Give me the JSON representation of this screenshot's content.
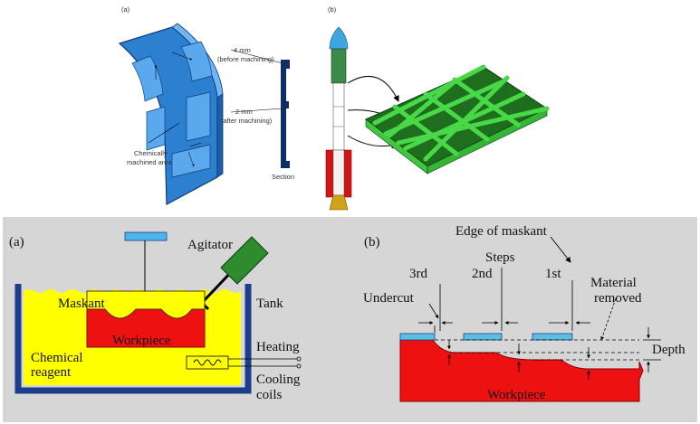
{
  "top_left": {
    "panel_label": "(a)",
    "before_line1": "4   mm",
    "before_line2": "(before machining)",
    "after_line1": "2   mm",
    "after_line2": "(after machining)",
    "area_line1": "Chemically",
    "area_line2": "machined area",
    "section": "Section"
  },
  "top_right": {
    "panel_label": "(b)"
  },
  "bottom_left": {
    "panel_label": "(a)",
    "agitator": "Agitator",
    "tank": "Tank",
    "maskant": "Maskant",
    "workpiece": "Workpiece",
    "heating": "Heating",
    "cooling_line1": "Cooling",
    "cooling_line2": "coils",
    "reagent_line1": "Chemical",
    "reagent_line2": "reagent"
  },
  "bottom_right": {
    "panel_label": "(b)",
    "edge_of_maskant": "Edge of maskant",
    "steps": "Steps",
    "step_3": "3rd",
    "step_2": "2nd",
    "step_1": "1st",
    "undercut": "Undercut",
    "material_line1": "Material",
    "material_line2": "removed",
    "depth": "Depth",
    "workpiece": "Workpiece"
  },
  "colors": {
    "yellow": "#ffff00",
    "red": "#ee1111",
    "blue_maskant": "#5bc0de",
    "frame_blue": "#1c3d8c",
    "agitator_green": "#2e8b2e",
    "panel_bg": "#d6d6d6",
    "plate_green": "#2db52d"
  }
}
